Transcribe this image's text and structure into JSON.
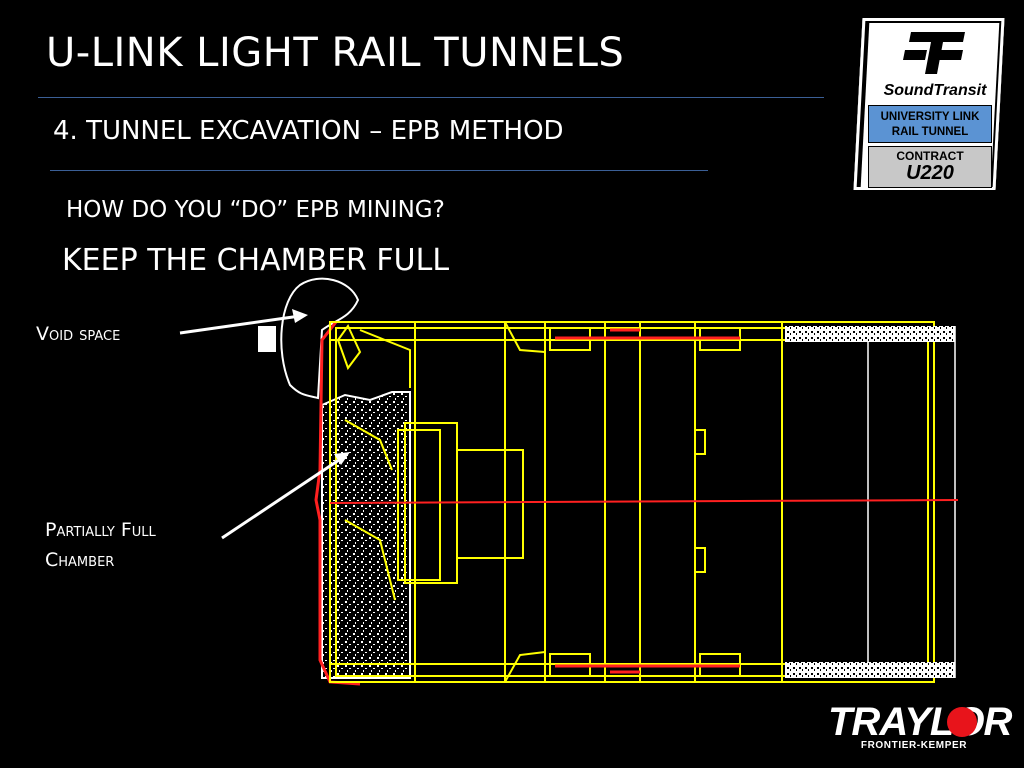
{
  "slide": {
    "title": "U-LINK LIGHT RAIL TUNNELS",
    "subtitle": "4. TUNNEL EXCAVATION – EPB METHOD",
    "question": "HOW DO YOU “DO” EPB MINING?",
    "answer": "KEEP THE CHAMBER FULL"
  },
  "labels": {
    "void_space": "Void space",
    "partially_full_line1": "Partially Full",
    "partially_full_line2": "Chamber"
  },
  "logos": {
    "soundtransit": {
      "name": "SoundTransit",
      "project_line1": "UNIVERSITY LINK",
      "project_line2": "RAIL TUNNEL",
      "contract_label": "CONTRACT",
      "contract_number": "U220"
    },
    "traylor": {
      "word": "TRAYLOR",
      "sub": "FRONTIER-KEMPER"
    }
  },
  "colors": {
    "background": "#000000",
    "rule": "#3b5f96",
    "machine_outline": "#ffff00",
    "centerline": "#ff0000",
    "annotation": "#ffffff",
    "traylor_o": "#e8141b",
    "soundtransit_blue": "#5b93d3"
  },
  "icons": {
    "soundtransit_logo": "st-logo-icon",
    "traylor_o": "traylor-o-icon"
  }
}
